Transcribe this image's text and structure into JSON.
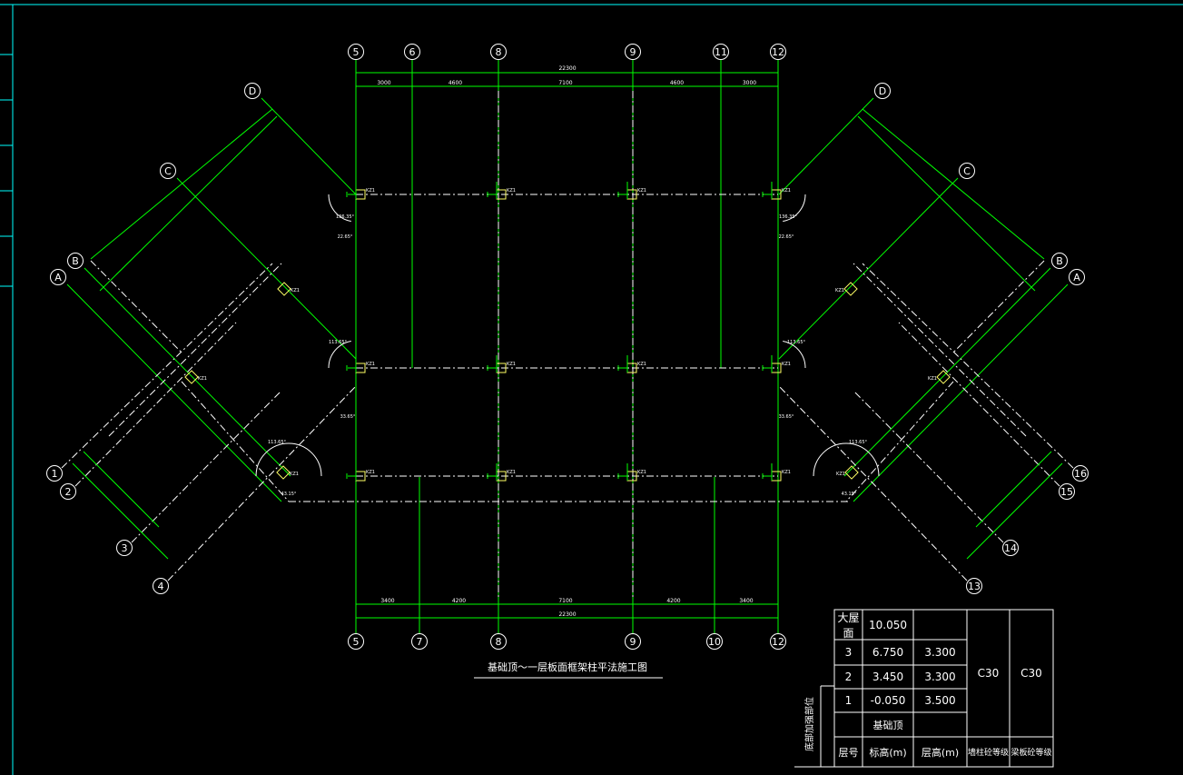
{
  "drawing_title": "基础顶～一层板面框架柱平法施工图",
  "colors": {
    "background": "#000000",
    "grid": "#00ff00",
    "text": "#ffffff",
    "dim": "#00ff00",
    "column": "#ffff66",
    "frame": "#00ffff"
  },
  "axes_top": [
    "5",
    "6",
    "8",
    "9",
    "11",
    "12"
  ],
  "axes_bottom": [
    "5",
    "7",
    "8",
    "9",
    "10",
    "12"
  ],
  "axes_left_upper": [
    "D",
    "C",
    "B",
    "A"
  ],
  "axes_right_upper": [
    "D",
    "C",
    "B",
    "A"
  ],
  "axes_left_lower": [
    "1",
    "2",
    "3",
    "4"
  ],
  "axes_right_lower": [
    "16",
    "15",
    "14",
    "13"
  ],
  "dims_top": {
    "total": "22300",
    "segments": [
      "3000",
      "4600",
      "7100",
      "4600",
      "3000"
    ]
  },
  "dims_bottom": {
    "total": "22300",
    "segments": [
      "3400",
      "4200",
      "7100",
      "4200",
      "3400"
    ]
  },
  "column_label": "KZ1",
  "angle_labels": [
    "136.35°",
    "22.65°",
    "113.65°",
    "33.65°",
    "113.65°",
    "43.15°"
  ],
  "table": {
    "rows": [
      {
        "floor": "大屋面",
        "elev": "10.050",
        "height": ""
      },
      {
        "floor": "3",
        "elev": "6.750",
        "height": "3.300"
      },
      {
        "floor": "2",
        "elev": "3.450",
        "height": "3.300"
      },
      {
        "floor": "1",
        "elev": "-0.050",
        "height": "3.500"
      },
      {
        "floor": "",
        "elev": "基础顶",
        "height": ""
      }
    ],
    "col_grade": "C30",
    "beam_grade": "C30",
    "header": {
      "floor": "层号",
      "elev": "标高(m)",
      "height": "层高(m)",
      "col": "墙柱砼等级",
      "beam": "梁板砼等级"
    },
    "side_label": "底部加强部位"
  }
}
